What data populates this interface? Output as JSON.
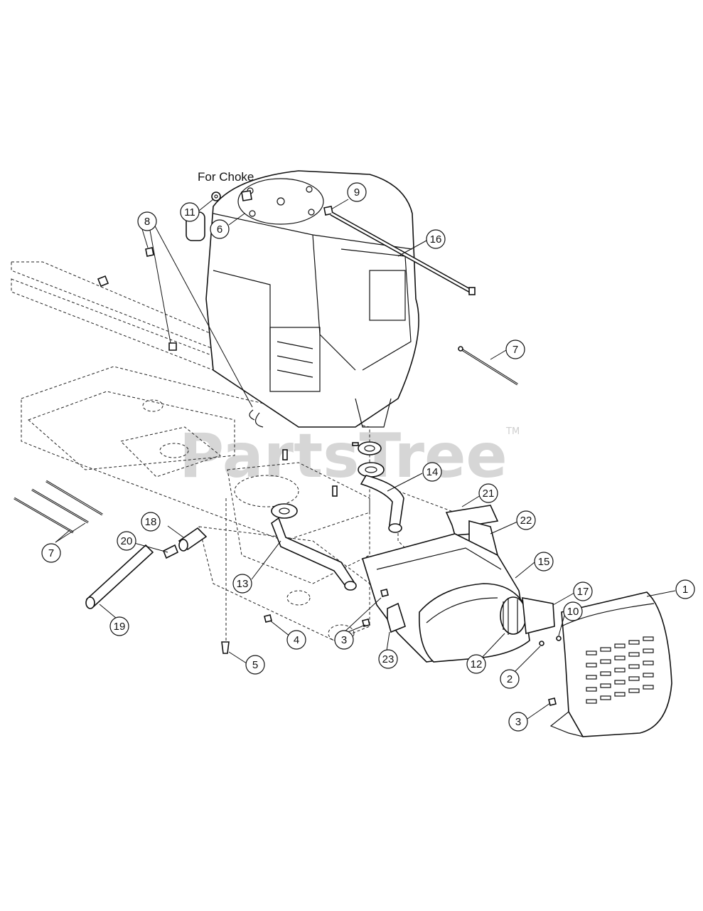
{
  "title": "For Choke",
  "watermark": {
    "text": "PartsTree",
    "trademark": "TM"
  },
  "callouts": [
    "1",
    "2",
    "3",
    "4",
    "5",
    "6",
    "7",
    "8",
    "9",
    "10",
    "11",
    "12",
    "13",
    "14",
    "15",
    "16",
    "17",
    "18",
    "19",
    "20",
    "21",
    "22",
    "23"
  ]
}
